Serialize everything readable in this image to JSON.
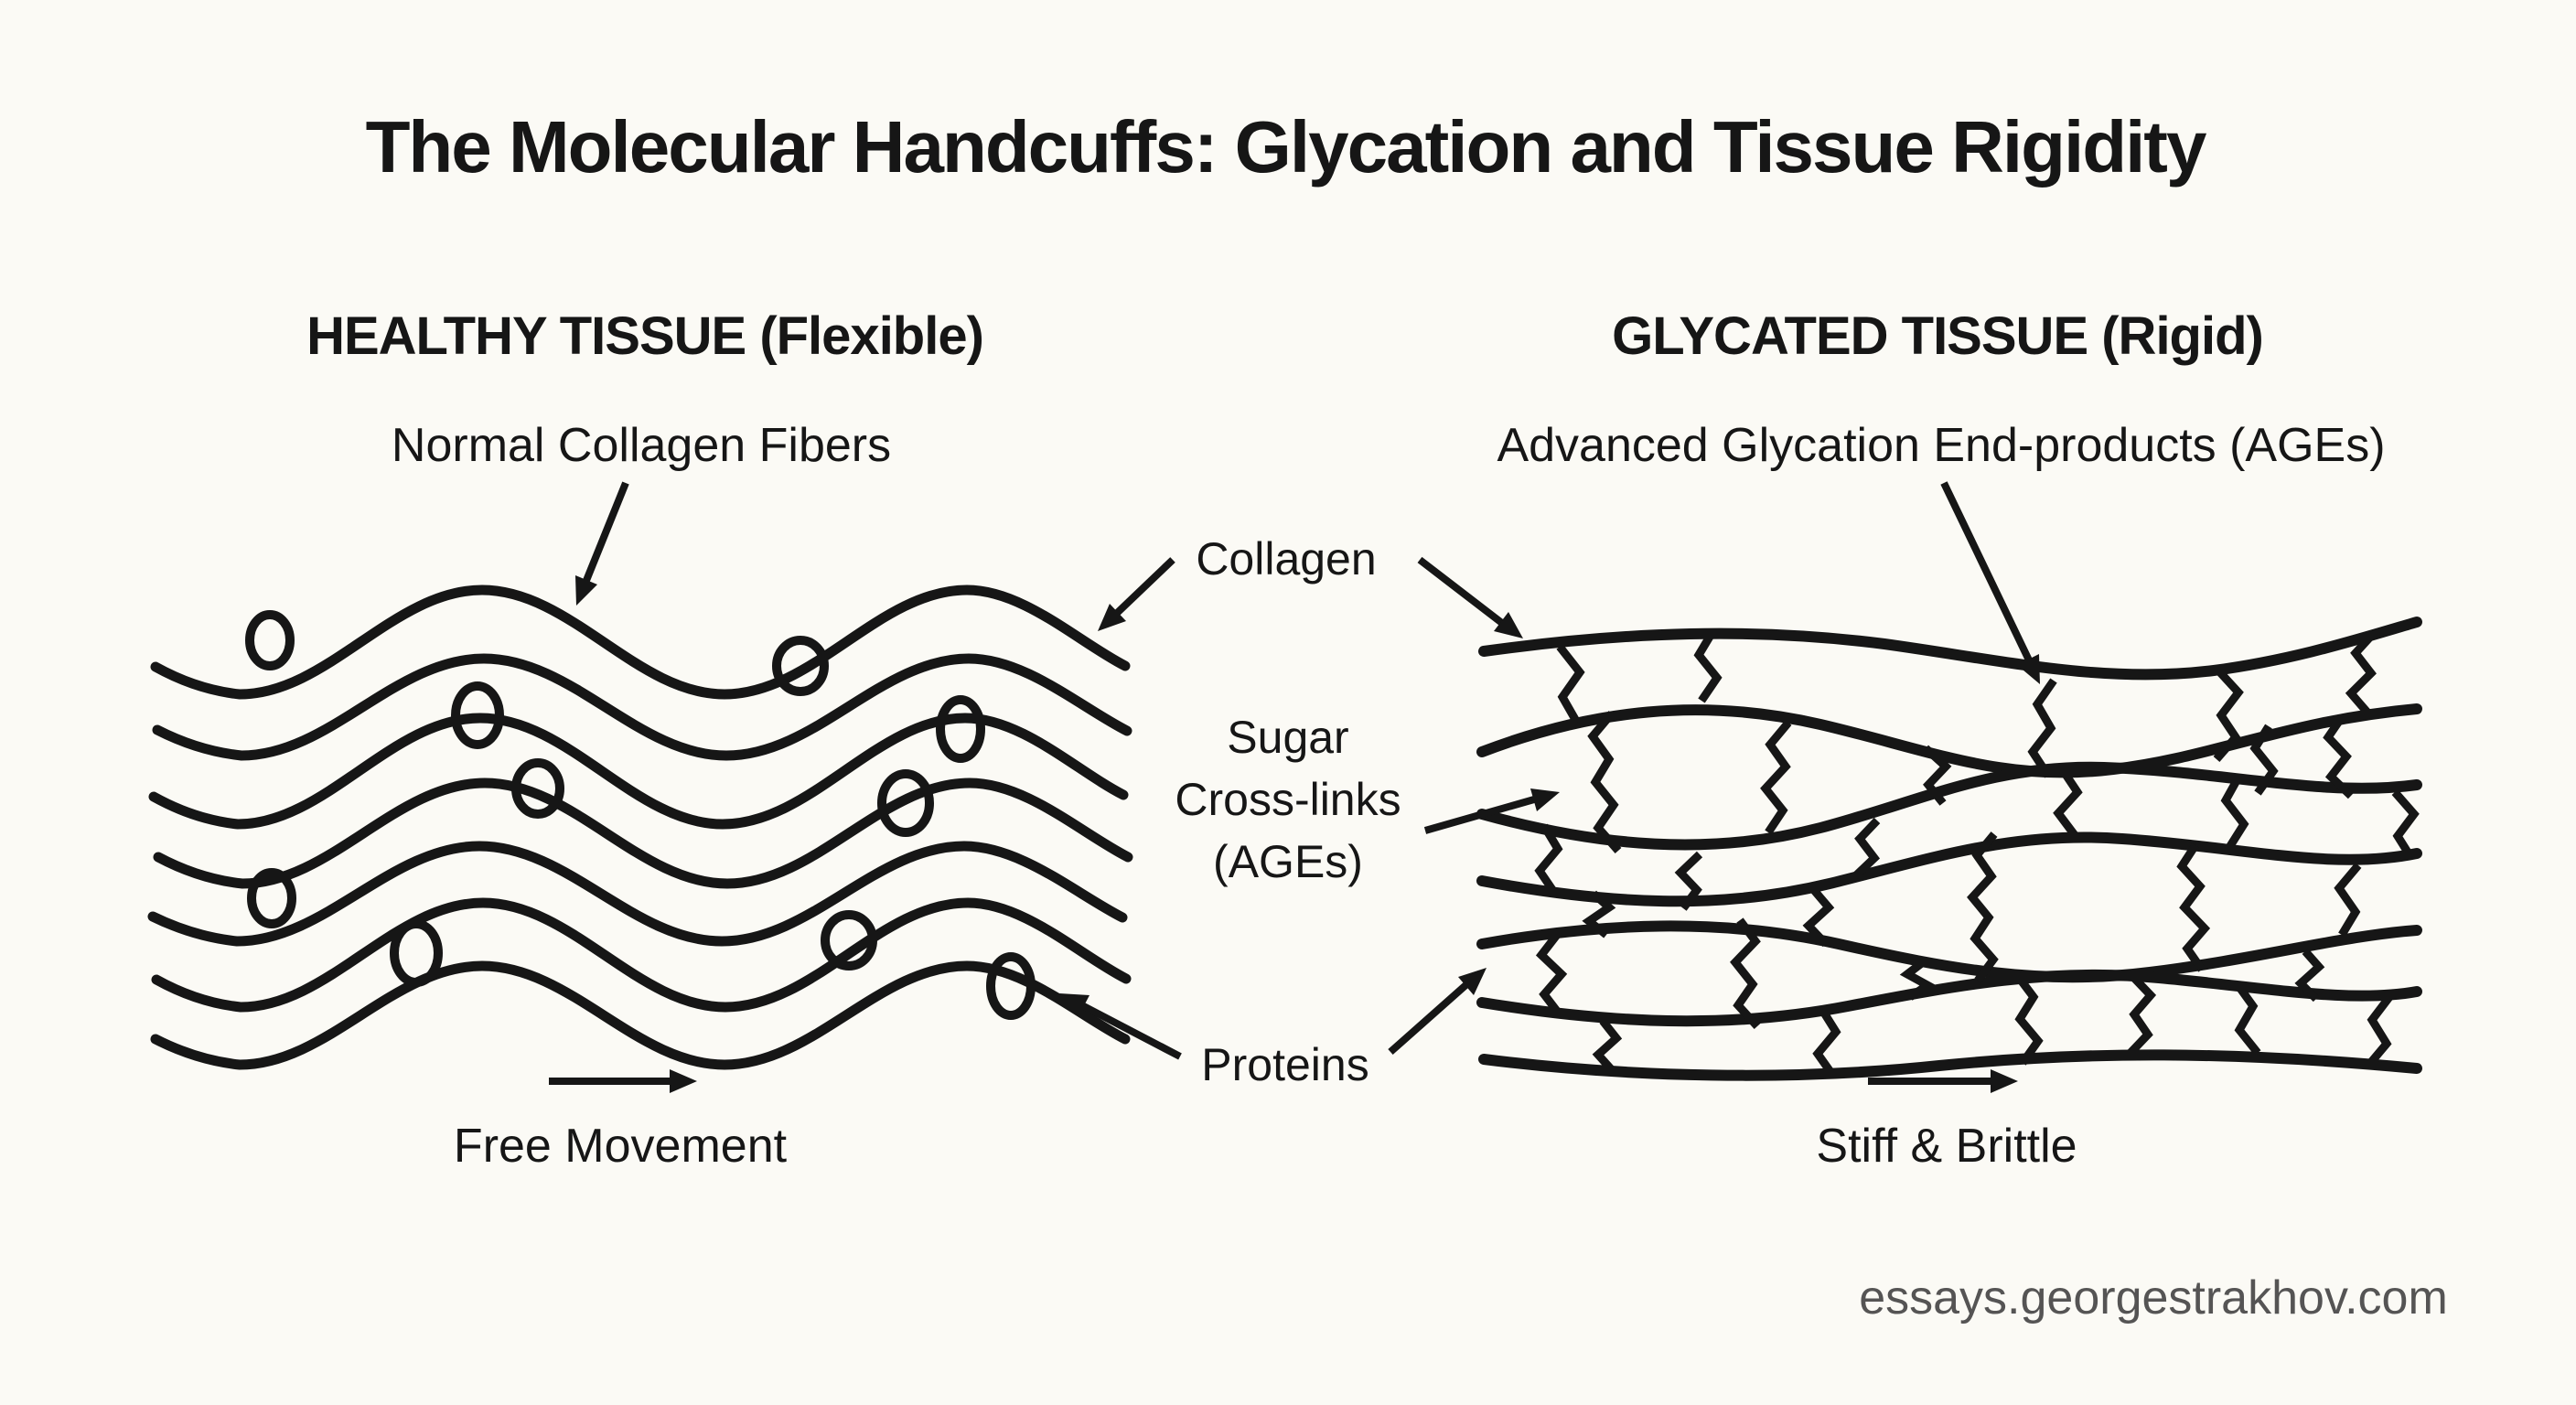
{
  "title": "The Molecular Handcuffs: Glycation and Tissue Rigidity",
  "left_panel": {
    "header": "HEALTHY TISSUE (Flexible)",
    "annotation": "Normal Collagen Fibers",
    "movement_label": "Free Movement"
  },
  "right_panel": {
    "header": "GLYCATED TISSUE (Rigid)",
    "annotation": "Advanced Glycation End-products (AGEs)",
    "movement_label": "Stiff & Brittle"
  },
  "center_labels": {
    "collagen": "Collagen",
    "sugar_crosslinks": "Sugar\nCross-links\n(AGEs)",
    "proteins": "Proteins"
  },
  "watermark": "essays.georgestrakhov.com",
  "colors": {
    "ink": "#161616",
    "background": "#fbfaf5",
    "watermark_text": "#474747"
  }
}
